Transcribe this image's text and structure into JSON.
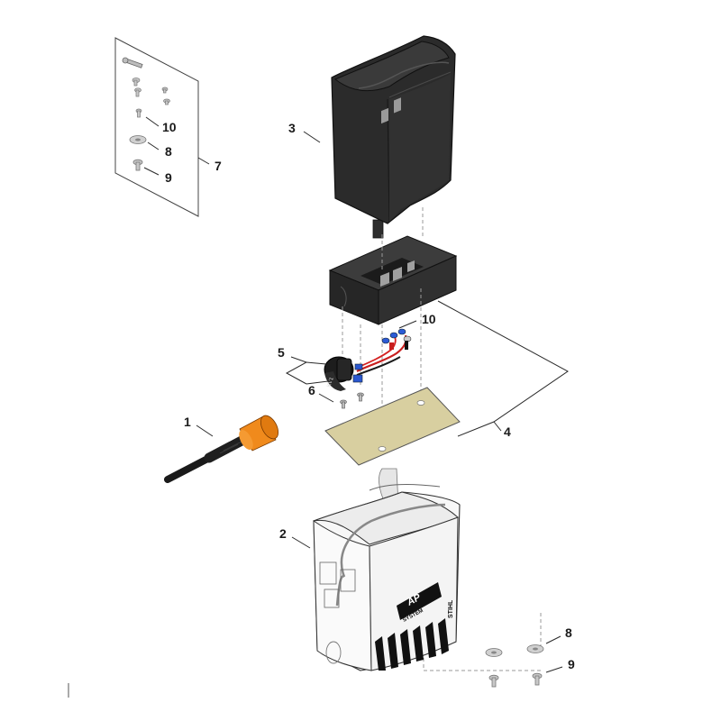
{
  "callouts": {
    "c1": "1",
    "c2": "2",
    "c3": "3",
    "c4": "4",
    "c5": "5",
    "c6": "6",
    "c7": "7",
    "c8_kit": "8",
    "c9_kit": "9",
    "c10_kit": "10",
    "c10_wiring": "10",
    "c8_bottom": "8",
    "c9_bottom": "9"
  },
  "bag_branding": {
    "logo_line1": "AP",
    "logo_line2": "SYSTEM",
    "brand_side": "STIHL"
  },
  "colors": {
    "housing": "#2b2b2b",
    "plug_orange": "#f08a1c",
    "gasket": "#d8cfa0",
    "bag_fill": "#f7f7f7"
  }
}
